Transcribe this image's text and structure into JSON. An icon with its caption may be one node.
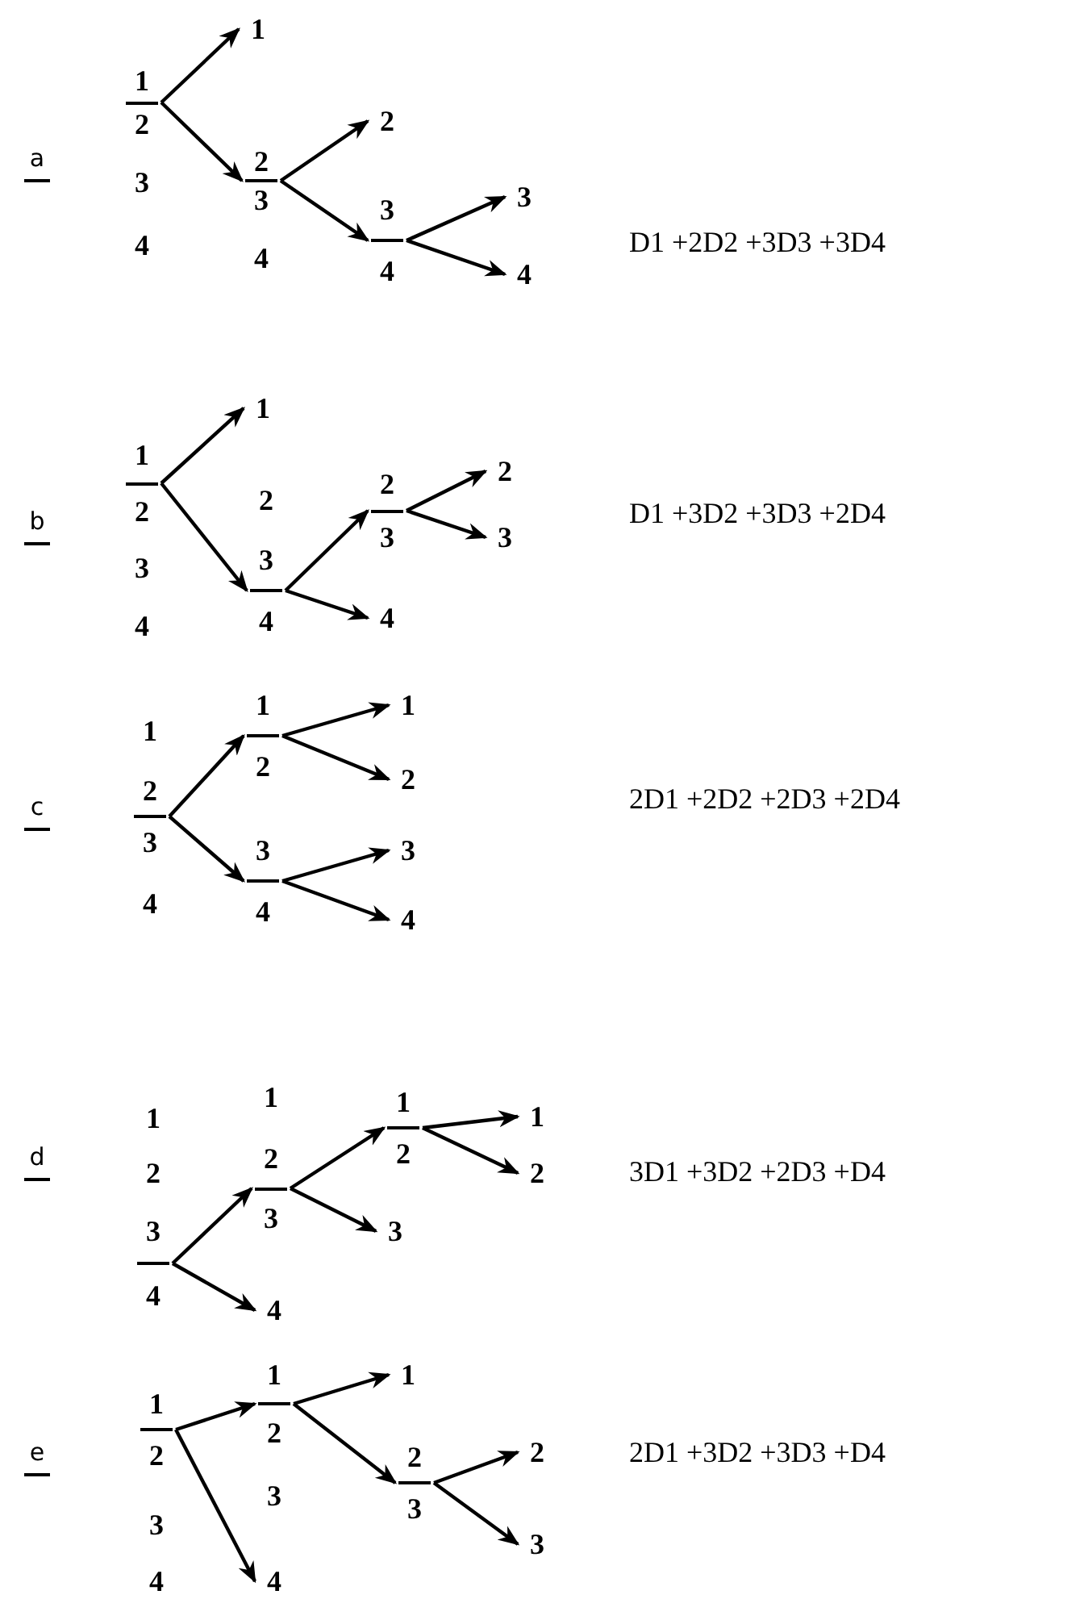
{
  "diagram": {
    "nodes": [
      {
        "text": [
          "1",
          "2",
          "3",
          "4"
        ]
      },
      {
        "text": [
          "1"
        ]
      },
      {
        "text": [
          "2",
          "3",
          "4"
        ]
      },
      {
        "text": [
          "2"
        ]
      },
      {
        "text": [
          "3",
          "4"
        ]
      },
      {
        "text": [
          "3"
        ]
      },
      {
        "text": [
          "4"
        ]
      },
      {
        "text": [
          "1",
          "2",
          "3",
          "4"
        ]
      },
      {
        "text": [
          "1"
        ]
      },
      {
        "text": [
          "2",
          "3",
          "4"
        ]
      },
      {
        "text": [
          "2",
          "3"
        ]
      },
      {
        "text": [
          "4"
        ]
      },
      {
        "text": [
          "2"
        ]
      },
      {
        "text": [
          "3"
        ]
      },
      {
        "text": [
          "1",
          "2",
          "3",
          "4"
        ]
      },
      {
        "text": [
          "1",
          "2"
        ]
      },
      {
        "text": [
          "3",
          "4"
        ]
      },
      {
        "text": [
          "1"
        ]
      },
      {
        "text": [
          "2"
        ]
      },
      {
        "text": [
          "3"
        ]
      },
      {
        "text": [
          "4"
        ]
      },
      {
        "text": [
          "1",
          "2",
          "3",
          "4"
        ]
      },
      {
        "text": [
          "1",
          "2",
          "3"
        ]
      },
      {
        "text": [
          "1",
          "2"
        ]
      },
      {
        "text": [
          "1"
        ]
      },
      {
        "text": [
          "2"
        ]
      },
      {
        "text": [
          "3"
        ]
      },
      {
        "text": [
          "4"
        ]
      },
      {
        "text": [
          "1",
          "2",
          "3",
          "4"
        ]
      },
      {
        "text": [
          "1",
          "2",
          "3"
        ]
      },
      {
        "text": [
          "1"
        ]
      },
      {
        "text": [
          "2",
          "3"
        ]
      },
      {
        "text": [
          "2"
        ]
      },
      {
        "text": [
          "3"
        ]
      },
      {
        "text": [
          "4"
        ]
      }
    ],
    "edges": [
      {
        "from": 0,
        "to": 1,
        "arrow": "to"
      },
      {
        "from": 0,
        "to": 2,
        "arrow": "to"
      },
      {
        "from": 2,
        "to": 3,
        "arrow": "to"
      },
      {
        "from": 2,
        "to": 4,
        "arrow": "to"
      },
      {
        "from": 4,
        "to": 5,
        "arrow": "to"
      },
      {
        "from": 4,
        "to": 6,
        "arrow": "to"
      },
      {
        "from": 7,
        "to": 8,
        "arrow": "to"
      },
      {
        "from": 7,
        "to": 9,
        "arrow": "to"
      },
      {
        "from": 9,
        "to": 10,
        "arrow": "to"
      },
      {
        "from": 9,
        "to": 11,
        "arrow": "to"
      },
      {
        "from": 10,
        "to": 12,
        "arrow": "to"
      },
      {
        "from": 10,
        "to": 13,
        "arrow": "to"
      },
      {
        "from": 14,
        "to": 15,
        "arrow": "to"
      },
      {
        "from": 14,
        "to": 16,
        "arrow": "to"
      },
      {
        "from": 15,
        "to": 17,
        "arrow": "to"
      },
      {
        "from": 15,
        "to": 18,
        "arrow": "to"
      },
      {
        "from": 16,
        "to": 19,
        "arrow": "to"
      },
      {
        "from": 16,
        "to": 20,
        "arrow": "to"
      },
      {
        "from": 21,
        "to": 22,
        "arrow": "to"
      },
      {
        "from": 21,
        "to": 27,
        "arrow": "to"
      },
      {
        "from": 22,
        "to": 23,
        "arrow": "to"
      },
      {
        "from": 22,
        "to": 26,
        "arrow": "to"
      },
      {
        "from": 23,
        "to": 24,
        "arrow": "to"
      },
      {
        "from": 23,
        "to": 25,
        "arrow": "to"
      },
      {
        "from": 28,
        "to": 29,
        "arrow": "to"
      },
      {
        "from": 28,
        "to": 34,
        "arrow": "to"
      },
      {
        "from": 29,
        "to": 30,
        "arrow": "to"
      },
      {
        "from": 29,
        "to": 31,
        "arrow": "to"
      },
      {
        "from": 31,
        "to": 32,
        "arrow": "to"
      },
      {
        "from": 31,
        "to": 33,
        "arrow": "to"
      }
    ],
    "labels": [
      "a",
      "D1 +2D2 +3D3 +3D4",
      "b",
      "D1 +3D2 +3D3 +2D4",
      "c",
      "2D1 +2D2 +2D3 +2D4",
      "d",
      "3D1 +3D2 +2D3 +D4",
      "e",
      "2D1 +3D2 +3D3 +D4"
    ]
  }
}
